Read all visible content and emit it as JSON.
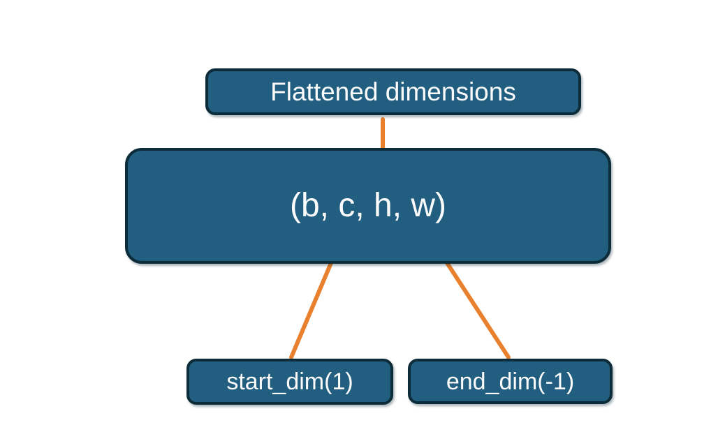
{
  "diagram": {
    "title_box": {
      "label": "Flattened dimensions"
    },
    "tensor_box": {
      "label": "(b, c, h, w)"
    },
    "start_dim_box": {
      "label": "start_dim(1)"
    },
    "end_dim_box": {
      "label": "end_dim(-1)"
    },
    "colors": {
      "box_fill": "#215e80",
      "box_border": "#0d2c3a",
      "accent_orange": "#e8802e",
      "text": "#ffffff",
      "background": "#ffffff"
    }
  }
}
